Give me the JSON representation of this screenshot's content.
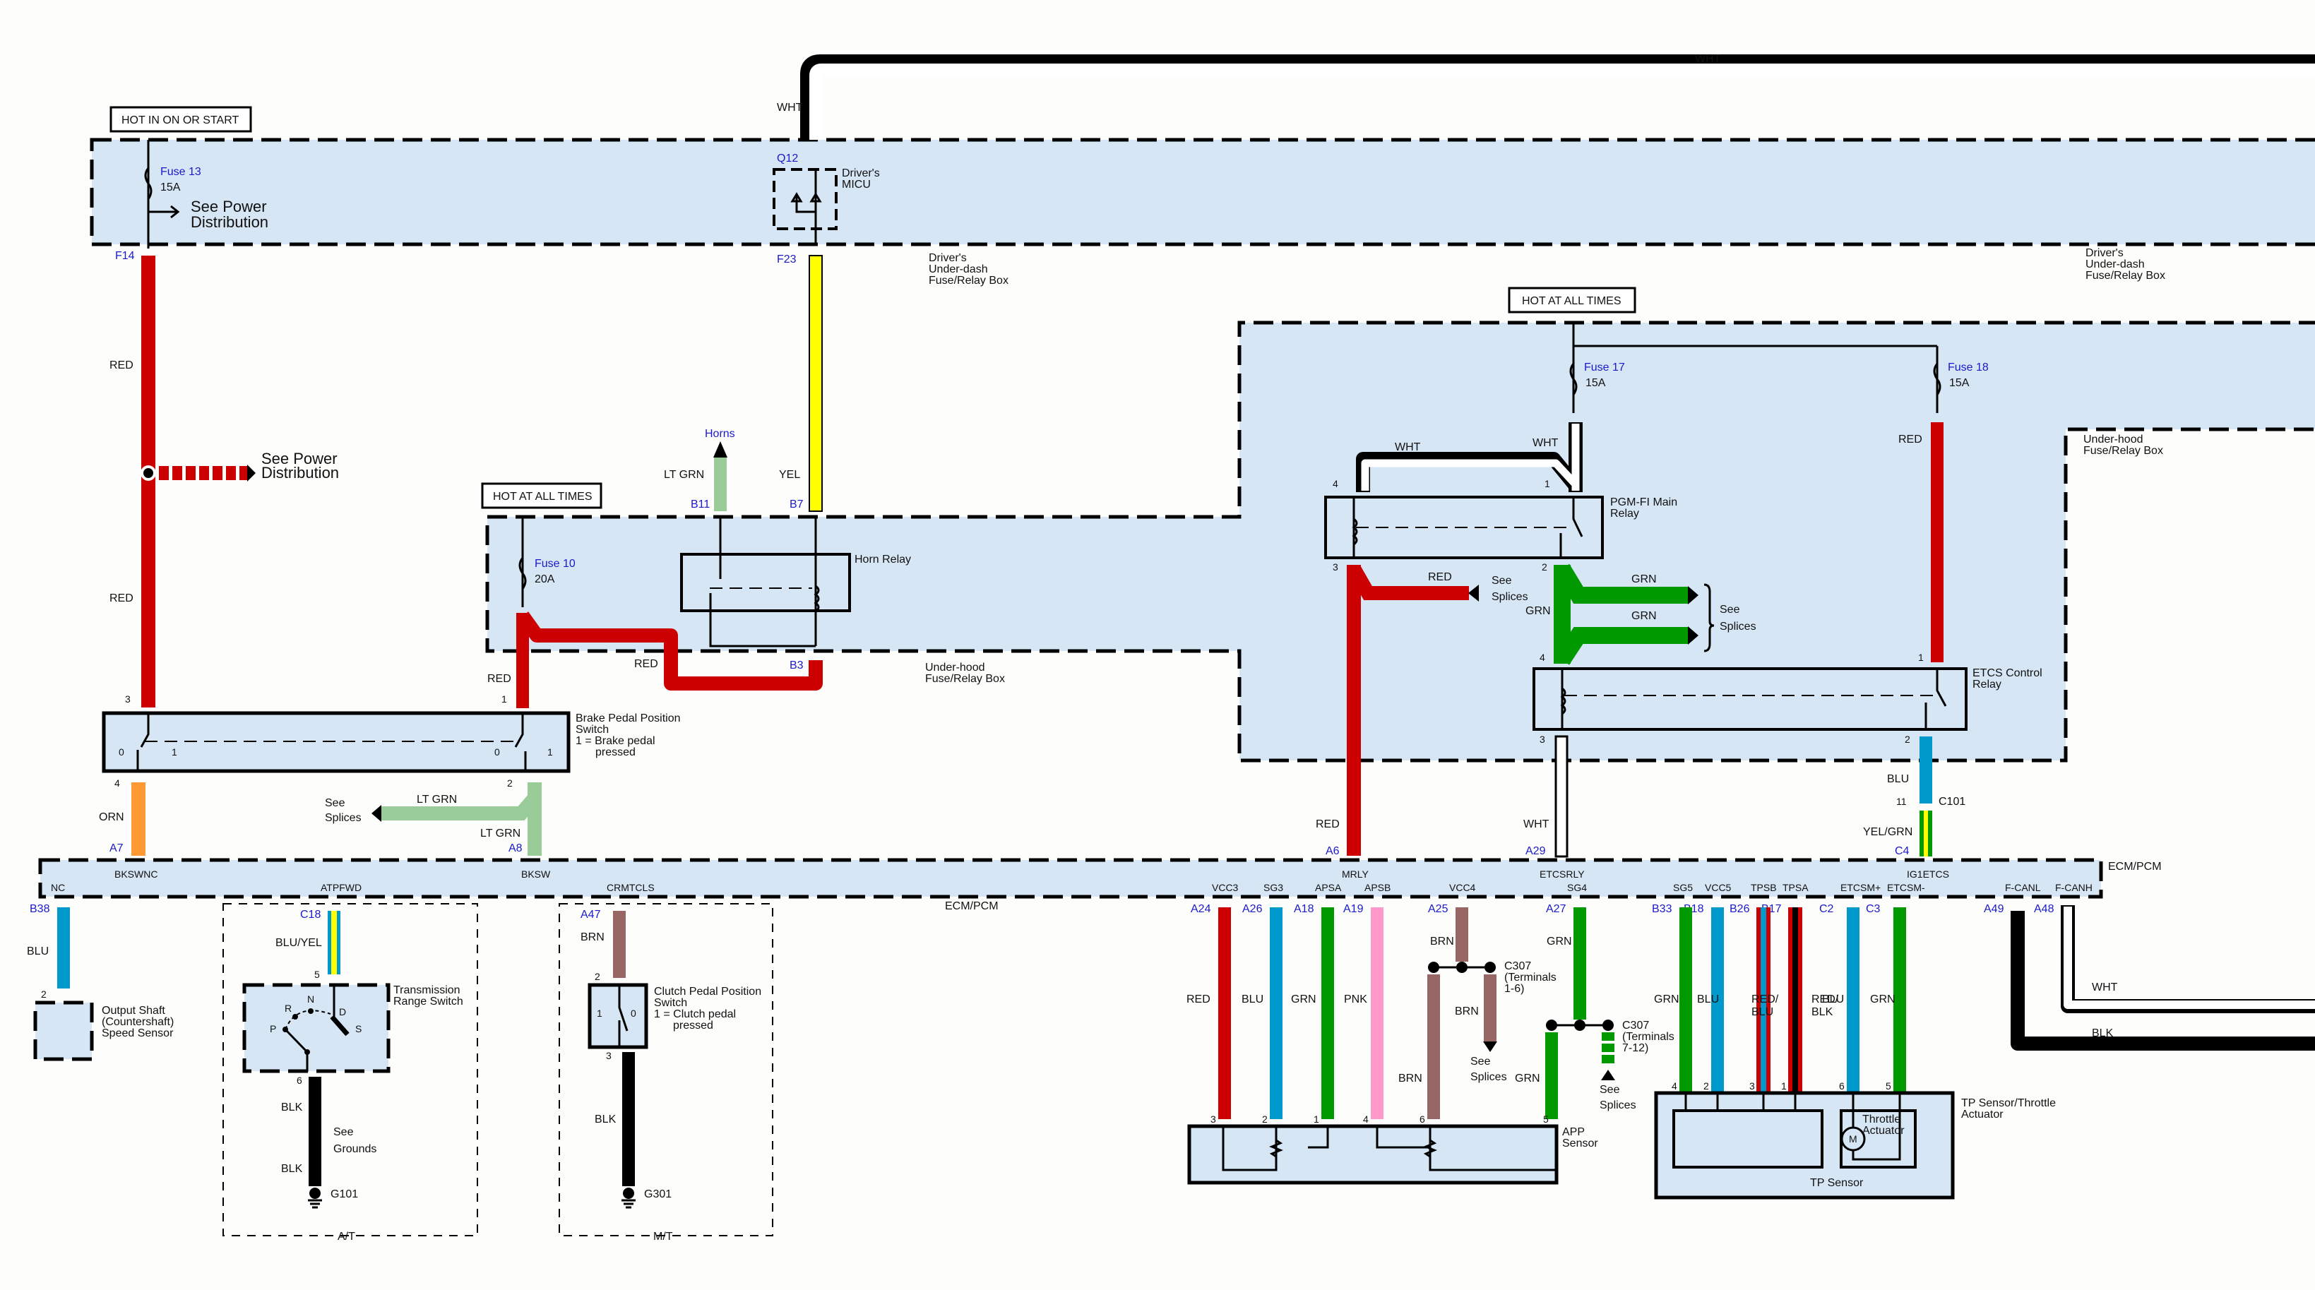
{
  "diagram": {
    "title": "ECM/PCM Power, Brake/Clutch/Range Switch, APP and TP Sensor Circuit",
    "power_labels": {
      "hot_in_on_or_start": "HOT IN ON OR START",
      "hot_at_all_times_1": "HOT AT ALL TIMES",
      "hot_at_all_times_2": "HOT AT ALL TIMES"
    },
    "boxes": {
      "drivers_underdash": "Driver's\nUnder-dash\nFuse/Relay Box",
      "drivers_underdash_lines": [
        "Driver's",
        "Under-dash",
        "Fuse/Relay Box"
      ],
      "underhood_lines": [
        "Under-hood",
        "Fuse/Relay Box"
      ],
      "ecm_pcm": "ECM/PCM"
    },
    "fuses": {
      "fuse13": {
        "name": "Fuse 13",
        "rating": "15A"
      },
      "fuse10": {
        "name": "Fuse 10",
        "rating": "20A"
      },
      "fuse17": {
        "name": "Fuse 17",
        "rating": "15A"
      },
      "fuse18": {
        "name": "Fuse 18",
        "rating": "15A"
      }
    },
    "see_power_distribution": [
      "See Power",
      "Distribution"
    ],
    "micu": {
      "connector": "Q12",
      "label_lines": [
        "Driver's",
        "MICU"
      ]
    },
    "connectors": {
      "F14": "F14",
      "F23": "F23",
      "B11": "B11",
      "B7": "B7",
      "B3": "B3",
      "A7": "A7",
      "A8": "A8",
      "A6": "A6",
      "A29": "A29",
      "C4": "C4",
      "C101": "C101",
      "C101_pin": "11",
      "B38": "B38",
      "C18": "C18",
      "A47": "A47",
      "A24": "A24",
      "A26": "A26",
      "A18": "A18",
      "A19": "A19",
      "A25": "A25",
      "A27": "A27",
      "B33": "B33",
      "B18": "B18",
      "B26": "B26",
      "B17": "B17",
      "C2": "C2",
      "C3": "C3",
      "A49": "A49",
      "A48": "A48"
    },
    "horns": "Horns",
    "horn_relay": "Horn Relay",
    "brake_switch": {
      "label_lines": [
        "Brake Pedal Position",
        "Switch",
        "1 = Brake pedal",
        "pressed"
      ],
      "pins": [
        "3",
        "1",
        "4",
        "2"
      ],
      "pos": [
        "0",
        "1",
        "0",
        "1"
      ]
    },
    "pgmfi_relay": {
      "label_lines": [
        "PGM-FI Main",
        "Relay"
      ],
      "pins": [
        "4",
        "1",
        "3",
        "2"
      ]
    },
    "etcs_relay": {
      "label_lines": [
        "ETCS Control",
        "Relay"
      ],
      "pins": [
        "4",
        "1",
        "3",
        "2"
      ]
    },
    "see_splices": [
      "See",
      "Splices"
    ],
    "see_grounds": [
      "See",
      "Grounds"
    ],
    "wires": {
      "wht": "WHT",
      "red": "RED",
      "yel": "YEL",
      "lt_grn": "LT GRN",
      "orn": "ORN",
      "blu": "BLU",
      "blu_yel": "BLU/YEL",
      "blk": "BLK",
      "brn": "BRN",
      "grn": "GRN",
      "pnk": "PNK",
      "yel_grn": "YEL/GRN",
      "red_blu": [
        "RED/",
        "BLU"
      ],
      "red_blk": [
        "RED/",
        "BLK"
      ]
    },
    "ecm_pins_top": [
      "BKSWNC",
      "BKSW",
      "MRLY",
      "ETCSRLY",
      "IG1ETCS"
    ],
    "ecm_pins_bottom": [
      "NC",
      "ATPFWD",
      "CRMTCLS",
      "VCC3",
      "SG3",
      "APSA",
      "APSB",
      "VCC4",
      "SG4",
      "SG5",
      "VCC5",
      "TPSB",
      "TPSA",
      "ETCSM+",
      "ETCSM-",
      "F-CANL",
      "F-CANH"
    ],
    "speed_sensor": [
      "Output Shaft",
      "(Countershaft)",
      "Speed Sensor"
    ],
    "trans_range": {
      "label_lines": [
        "Transmission",
        "Range Switch"
      ],
      "positions": [
        "P",
        "R",
        "N",
        "D",
        "S"
      ],
      "pins": [
        "5",
        "6"
      ]
    },
    "clutch_switch": {
      "label_lines": [
        "Clutch Pedal Position",
        "Switch",
        "1 = Clutch pedal",
        "pressed"
      ],
      "pins": [
        "2",
        "3"
      ],
      "pos": [
        "1",
        "0"
      ]
    },
    "grounds": [
      "G101",
      "G301"
    ],
    "variants": [
      "A/T",
      "M/T"
    ],
    "c307_a": [
      "C307",
      "(Terminals",
      "1-6)"
    ],
    "c307_b": [
      "C307",
      "(Terminals",
      "7-12)"
    ],
    "app_sensor": {
      "label_lines": [
        "APP",
        "Sensor"
      ],
      "pins": [
        "3",
        "2",
        "1",
        "4",
        "6",
        "5"
      ]
    },
    "tp_sensor": {
      "label": "TP Sensor",
      "assembly_lines": [
        "TP Sensor/Throttle",
        "Actuator"
      ],
      "actuator_lines": [
        "Throttle",
        "Actuator"
      ],
      "motor": "M",
      "pins": [
        "4",
        "2",
        "3",
        "1",
        "6",
        "5"
      ]
    },
    "colors": {
      "red": "#cc0000",
      "yellow": "#ffff00",
      "lt_green": "#99cc99",
      "green": "#009900",
      "orange": "#ff9933",
      "blue": "#0099cc",
      "brown": "#996666",
      "pink": "#ff99cc",
      "black": "#000000",
      "white": "#ffffff",
      "box_fill": "#d6e6f5",
      "connector_text": "#1a1acc"
    }
  }
}
